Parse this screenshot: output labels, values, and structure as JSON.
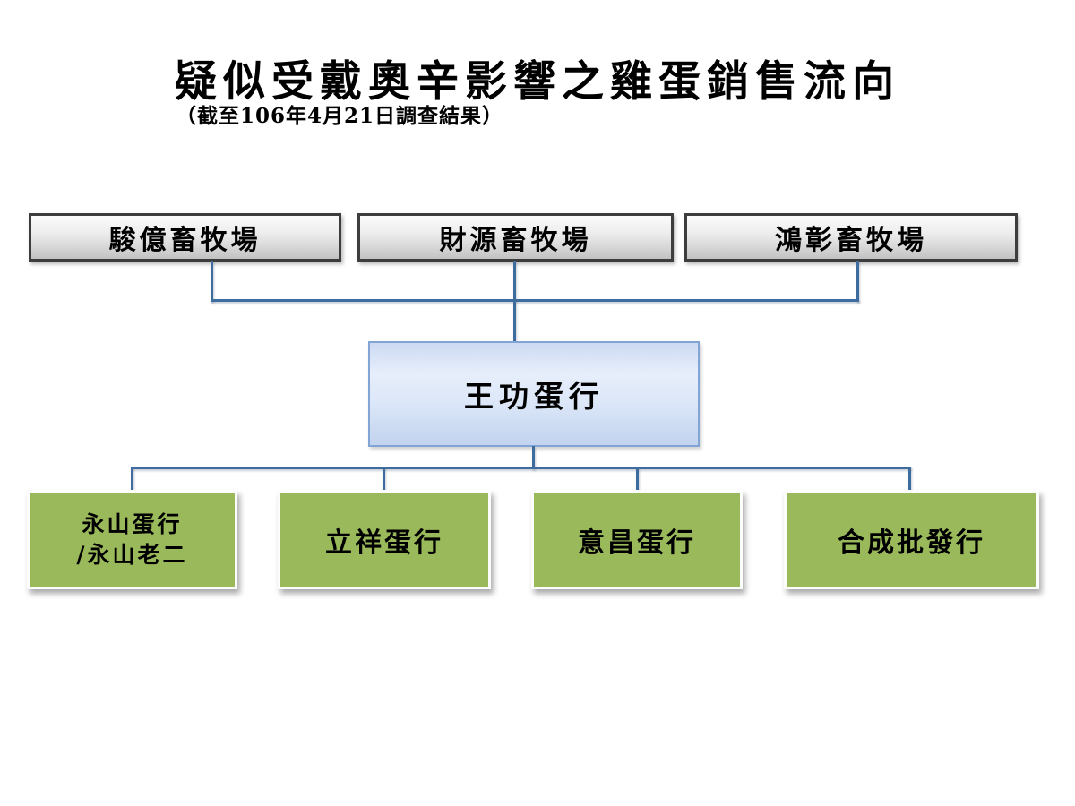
{
  "header": {
    "title": "疑似受戴奧辛影響之雞蛋銷售流向",
    "subtitle": "（截至106年4月21日調查結果）"
  },
  "diagram": {
    "type": "org-flow",
    "farms": [
      {
        "label": "駿億畜牧場"
      },
      {
        "label": "財源畜牧場"
      },
      {
        "label": "鴻彰畜牧場"
      }
    ],
    "distributor": {
      "label": "王功蛋行"
    },
    "retailers": [
      {
        "label": "永山蛋行",
        "label2": "/永山老二"
      },
      {
        "label": "立祥蛋行"
      },
      {
        "label": "意昌蛋行"
      },
      {
        "label": "合成批發行"
      }
    ],
    "edges": [
      {
        "from": "駿億畜牧場",
        "to": "王功蛋行"
      },
      {
        "from": "財源畜牧場",
        "to": "王功蛋行"
      },
      {
        "from": "鴻彰畜牧場",
        "to": "王功蛋行"
      },
      {
        "from": "王功蛋行",
        "to": "永山蛋行/永山老二"
      },
      {
        "from": "王功蛋行",
        "to": "立祥蛋行"
      },
      {
        "from": "王功蛋行",
        "to": "意昌蛋行"
      },
      {
        "from": "王功蛋行",
        "to": "合成批發行"
      }
    ],
    "colors": {
      "farm_fill_top": "#fbfbfb",
      "farm_fill_bottom": "#c2c2c2",
      "farm_border": "#3d3d3d",
      "distributor_fill_top": "#ccdaf2",
      "distributor_fill_bottom": "#c2d3ef",
      "distributor_border": "#82a5d6",
      "retailer_fill": "#9ab95a",
      "retailer_border": "#fcfdfa",
      "connector": "#3f6c9e",
      "text": "#000000"
    }
  }
}
